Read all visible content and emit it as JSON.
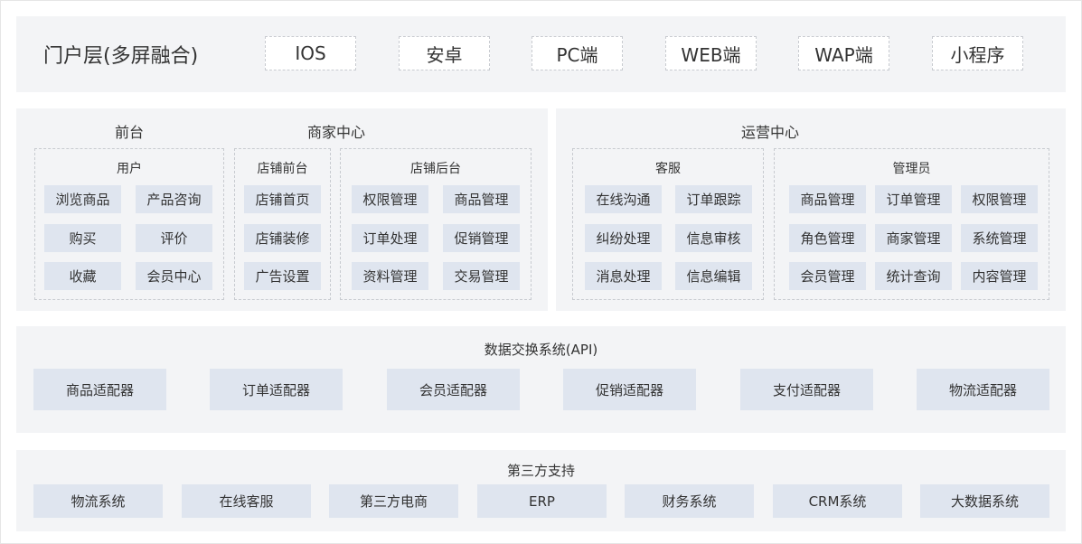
{
  "portal": {
    "title": "门户层(多屏融合)",
    "items": [
      "IOS",
      "安卓",
      "PC端",
      "WEB端",
      "WAP端",
      "小程序"
    ]
  },
  "front": {
    "title": "前台",
    "user": {
      "title": "用户",
      "items": [
        "浏览商品",
        "产品咨询",
        "购买",
        "评价",
        "收藏",
        "会员中心"
      ]
    }
  },
  "merchant": {
    "title": "商家中心",
    "store_front": {
      "title": "店铺前台",
      "items": [
        "店铺首页",
        "店铺装修",
        "广告设置"
      ]
    },
    "store_back": {
      "title": "店铺后台",
      "items": [
        "权限管理",
        "商品管理",
        "订单处理",
        "促销管理",
        "资料管理",
        "交易管理"
      ]
    }
  },
  "ops": {
    "title": "运营中心",
    "service": {
      "title": "客服",
      "items": [
        "在线沟通",
        "订单跟踪",
        "纠纷处理",
        "信息审核",
        "消息处理",
        "信息编辑"
      ]
    },
    "admin": {
      "title": "管理员",
      "items": [
        "商品管理",
        "订单管理",
        "权限管理",
        "角色管理",
        "商家管理",
        "系统管理",
        "会员管理",
        "统计查询",
        "内容管理"
      ]
    }
  },
  "api": {
    "title": "数据交换系统(API)",
    "items": [
      "商品适配器",
      "订单适配器",
      "会员适配器",
      "促销适配器",
      "支付适配器",
      "物流适配器"
    ]
  },
  "third": {
    "title": "第三方支持",
    "items": [
      "物流系统",
      "在线客服",
      "第三方电商",
      "ERP",
      "财务系统",
      "CRM系统",
      "大数据系统"
    ]
  }
}
